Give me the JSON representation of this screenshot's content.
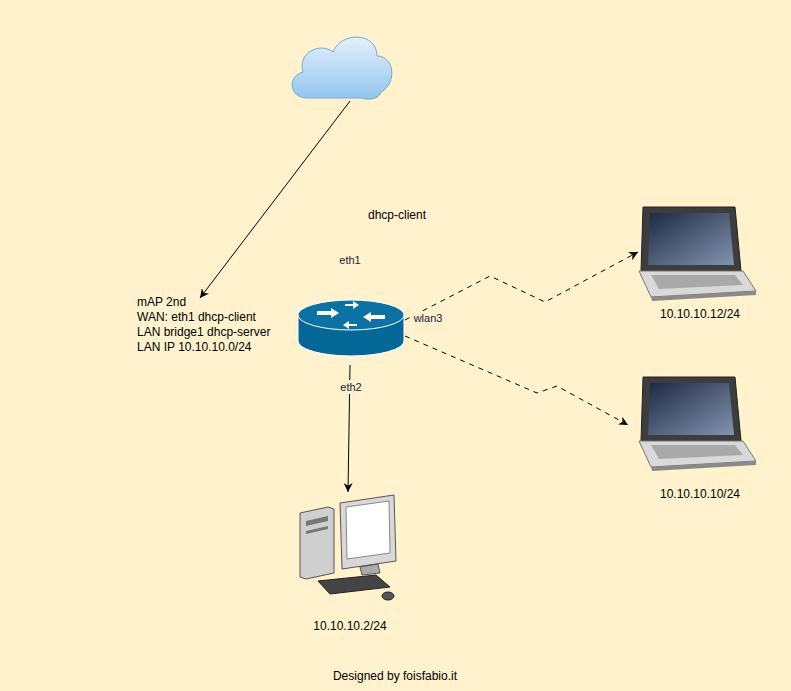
{
  "diagram": {
    "caption": "Designed by foisfabio.it",
    "nodes": [
      {
        "text": []
      },
      {
        "text": [
          "mAP 2nd",
          "WAN: eth1 dhcp-client",
          "LAN bridge1 dhcp-server",
          "LAN IP 10.10.10.0/24"
        ]
      },
      {
        "text": [
          "10.10.10.12/24"
        ]
      },
      {
        "text": [
          "10.10.10.10/24"
        ]
      },
      {
        "text": [
          "10.10.10.2/24"
        ]
      }
    ],
    "edges": [
      {
        "from": 0,
        "to": 1,
        "arrow": "to",
        "label": "dhcp-client"
      },
      {
        "from": 1,
        "to": 2,
        "arrow": "to"
      },
      {
        "from": 1,
        "to": 3,
        "arrow": "to"
      },
      {
        "from": 1,
        "to": 4,
        "arrow": "to"
      }
    ],
    "labels": [
      "eth1",
      "wlan3",
      "eth2"
    ]
  }
}
